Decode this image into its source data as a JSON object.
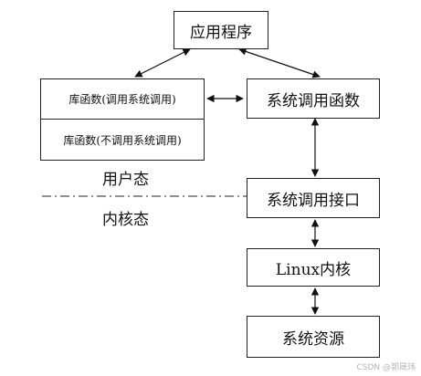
{
  "nodes": {
    "app": "应用程序",
    "lib_with_syscall": "库函数(调用系统调用)",
    "lib_without_syscall": "库函数(不调用系统调用)",
    "syscall_func": "系统调用函数",
    "syscall_iface": "系统调用接口",
    "kernel": "Linux内核",
    "resources": "系统资源"
  },
  "modes": {
    "user": "用户态",
    "kernel": "内核态"
  },
  "watermark": "CSDN @郭晟玮"
}
